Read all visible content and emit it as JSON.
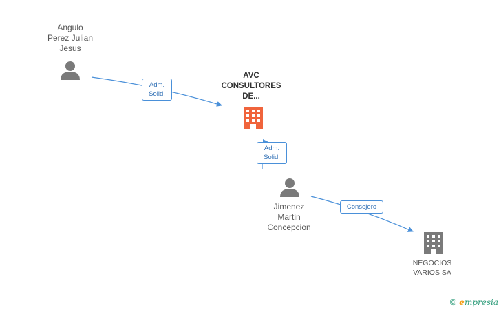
{
  "colors": {
    "edge": "#4a90d9",
    "person_icon": "#7a7a7a",
    "focus_company_icon": "#f0643c",
    "company_icon": "#7a7a7a",
    "brand_green": "#2e9c7a",
    "brand_orange": "#f39c12"
  },
  "nodes": {
    "angulo": {
      "lines": [
        "Angulo",
        "Perez Julian",
        "Jesus"
      ],
      "icon": "person-icon"
    },
    "avc": {
      "lines": [
        "AVC",
        "CONSULTORES",
        "DE..."
      ],
      "icon": "building-icon"
    },
    "jimenez": {
      "lines": [
        "Jimenez",
        "Martin",
        "Concepcion"
      ],
      "icon": "person-icon"
    },
    "negocios": {
      "lines": [
        "NEGOCIOS",
        "VARIOS SA"
      ],
      "icon": "building-icon"
    }
  },
  "edges": {
    "angulo_avc": {
      "lines": [
        "Adm.",
        "Solid."
      ]
    },
    "jimenez_avc": {
      "lines": [
        "Adm.",
        "Solid."
      ]
    },
    "jimenez_negocios": {
      "lines": [
        "Consejero"
      ]
    }
  },
  "brand": {
    "copyright": "©",
    "e": "e",
    "rest": "mpresia"
  }
}
